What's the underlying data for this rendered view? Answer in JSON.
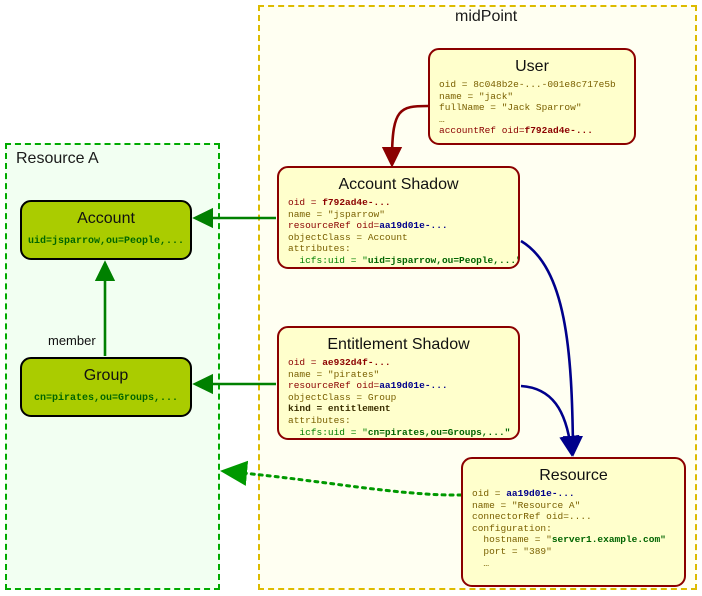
{
  "panels": {
    "resource_a": {
      "title": "Resource A",
      "border_color": "#00aa00",
      "fill": "#f2fff2"
    },
    "midpoint": {
      "title": "midPoint",
      "border_color": "#ddbb00",
      "fill": "#fffff2"
    }
  },
  "edges": {
    "member_label": "member",
    "user_to_account_shadow_color": "#8b0000",
    "shadow_to_resource_color": "#00008b",
    "shadow_to_target_color": "#008000",
    "resource_to_panel_color": "#009900"
  },
  "nodes": {
    "account": {
      "title": "Account",
      "subtitle": "uid=jsparrow,ou=People,...",
      "fill": "#aacc00"
    },
    "group": {
      "title": "Group",
      "subtitle": "cn=pirates,ou=Groups,...",
      "fill": "#aacc00"
    },
    "user": {
      "title": "User",
      "fill": "#ffffcc",
      "lines": [
        {
          "label": "oid = 8c048b2e-...-001e8c717e5b",
          "value": ""
        },
        {
          "label": "name = \"jack\"",
          "value": ""
        },
        {
          "label": "fullName = \"Jack Sparrow\"",
          "value": ""
        },
        {
          "label": "…",
          "value": ""
        },
        {
          "label": "accountRef oid=",
          "value": "f792ad4e-..."
        }
      ]
    },
    "account_shadow": {
      "title": "Account Shadow",
      "fill": "#ffffcc",
      "lines": [
        {
          "label": "oid = ",
          "value": "f792ad4e-..."
        },
        {
          "label": "name = \"jsparrow\"",
          "value": ""
        },
        {
          "label": "resourceRef oid=",
          "value": "aa19d01e-..."
        },
        {
          "label": "objectClass = Account",
          "value": ""
        },
        {
          "label": "attributes:",
          "value": ""
        },
        {
          "label": "  icfs:uid = \"",
          "value": "uid=jsparrow,ou=People,...\""
        }
      ]
    },
    "entitlement_shadow": {
      "title": "Entitlement Shadow",
      "fill": "#ffffcc",
      "lines": [
        {
          "label": "oid = ",
          "value": "ae932d4f-..."
        },
        {
          "label": "name = \"pirates\"",
          "value": ""
        },
        {
          "label": "resourceRef oid=",
          "value": "aa19d01e-..."
        },
        {
          "label": "objectClass = Group",
          "value": ""
        },
        {
          "label": "kind = entitlement",
          "value": ""
        },
        {
          "label": "attributes:",
          "value": ""
        },
        {
          "label": "  icfs:uid = \"",
          "value": "cn=pirates,ou=Groups,...\""
        }
      ]
    },
    "resource": {
      "title": "Resource",
      "fill": "#ffffcc",
      "lines": [
        {
          "label": "oid = ",
          "value": "aa19d01e-..."
        },
        {
          "label": "name = \"Resource A\"",
          "value": ""
        },
        {
          "label": "connectorRef oid=....",
          "value": ""
        },
        {
          "label": "configuration:",
          "value": ""
        },
        {
          "label": "  hostname = \"",
          "value": "server1.example.com\""
        },
        {
          "label": "  port = \"389\"",
          "value": ""
        },
        {
          "label": "  …",
          "value": ""
        }
      ]
    }
  },
  "text": {
    "user_oid": "oid = 8c048b2e-...-001e8c717e5b",
    "user_name": "name = \"jack\"",
    "user_fullname": "fullName = \"Jack Sparrow\"",
    "ellipsis": "…",
    "user_accountref_label": "accountRef oid=",
    "user_accountref_value": "f792ad4e-...",
    "as_oid_label": "oid = ",
    "as_oid_value": "f792ad4e-...",
    "as_name": "name = \"jsparrow\"",
    "as_rref_label": "resourceRef oid=",
    "as_rref_value": "aa19d01e-...",
    "as_objclass": "objectClass = Account",
    "as_attributes": "attributes:",
    "as_icfs_label": "  icfs:uid = \"",
    "as_icfs_value": "uid=jsparrow,ou=People,...\"",
    "es_oid_label": "oid = ",
    "es_oid_value": "ae932d4f-...",
    "es_name": "name = \"pirates\"",
    "es_rref_label": "resourceRef oid=",
    "es_rref_value": "aa19d01e-...",
    "es_objclass": "objectClass = Group",
    "es_kind": "kind = entitlement",
    "es_attributes": "attributes:",
    "es_icfs_label": "  icfs:uid = \"",
    "es_icfs_value": "cn=pirates,ou=Groups,...\"",
    "res_oid_label": "oid = ",
    "res_oid_value": "aa19d01e-...",
    "res_name": "name = \"Resource A\"",
    "res_connref": "connectorRef oid=....",
    "res_config": "configuration:",
    "res_host_label": "  hostname = \"",
    "res_host_value": "server1.example.com\"",
    "res_port": "  port = \"389\"",
    "res_more": "  …"
  }
}
